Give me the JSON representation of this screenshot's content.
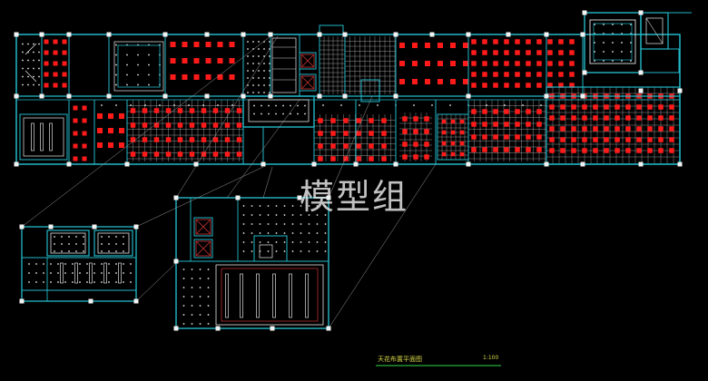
{
  "watermark": "模型组",
  "caption": {
    "title": "天花布置平面图",
    "scale": "1:100"
  },
  "palette": {
    "wall": "#22b8c8",
    "wall_light": "#7fe3ee",
    "fixture": "#ff1a1a",
    "grid": "#b8b8b8",
    "dot": "#e6e6e6",
    "node": "#f2f2f2",
    "leader": "#9a9a9a",
    "underline": "#2fd94a",
    "diffuser": "#cc3333",
    "background": "#000000"
  }
}
